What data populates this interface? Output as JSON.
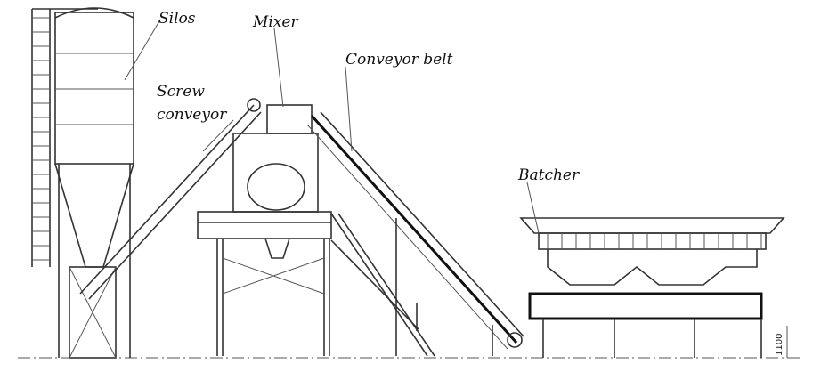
{
  "labels": {
    "silos": "Silos",
    "mixer": "Mixer",
    "conveyor_belt": "Conveyor belt",
    "screw_conveyor_line1": "Screw",
    "screw_conveyor_line2": "conveyor",
    "batcher": "Batcher"
  },
  "dimension": "1100"
}
